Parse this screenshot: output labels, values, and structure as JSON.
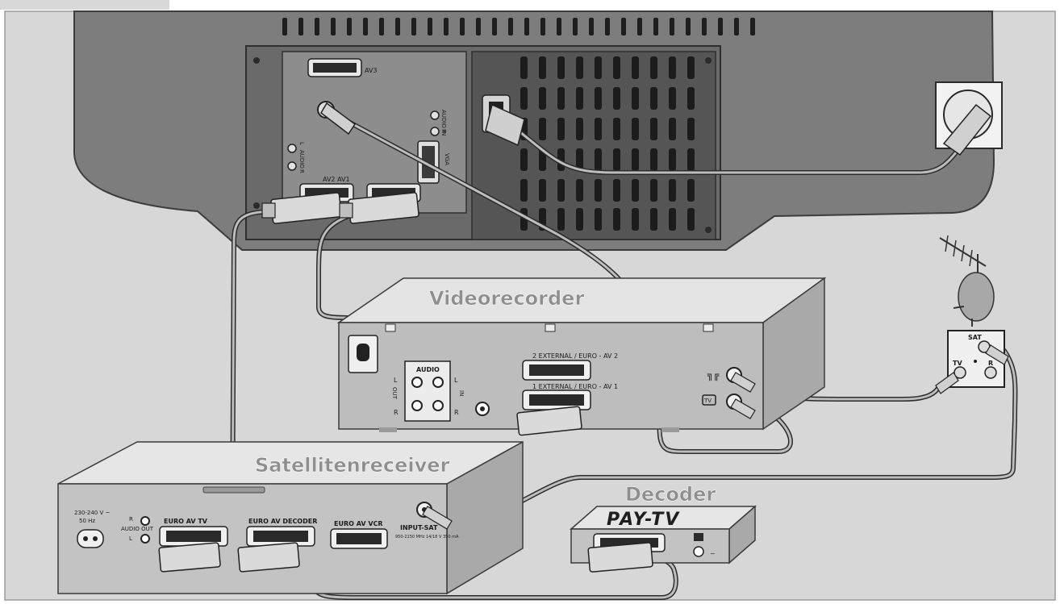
{
  "tv": {
    "socket_labels": {
      "av3": "AV3",
      "av2_av1": "AV2 AV1",
      "audio_left": "L",
      "audio": "AUDIO",
      "audio_right": "R",
      "audio_in": "AUDIO IN",
      "audio_in_right": "R",
      "vga": "VGA"
    }
  },
  "videorecorder": {
    "title": "Videorecorder",
    "audio_label": "AUDIO",
    "left": "L",
    "right": "R",
    "out": "OUT",
    "in": "IN",
    "scart_top": "2 EXTERNAL / EURO - AV 2",
    "scart_bottom": "1 EXTERNAL / EURO - AV 1",
    "tv_label": "TV"
  },
  "satellite_receiver": {
    "title": "Satellitenreceiver",
    "power_label": "230-240 V ~",
    "power_freq": "50 Hz",
    "audio_out": "AUDIO OUT",
    "audio_r": "R",
    "audio_l": "L",
    "euro_av_tv": "EURO AV TV",
    "euro_av_decoder": "EURO AV DECODER",
    "euro_av_vcr": "EURO AV VCR",
    "input_sat": "INPUT-SAT",
    "input_sat_spec": "950-2150 MHz 14/18 V 350 mA"
  },
  "decoder": {
    "title": "Decoder",
    "display": "PAY-TV",
    "power_symbol": "~"
  },
  "antenna_box": {
    "sat": "SAT",
    "tv": "TV",
    "r": "R"
  }
}
